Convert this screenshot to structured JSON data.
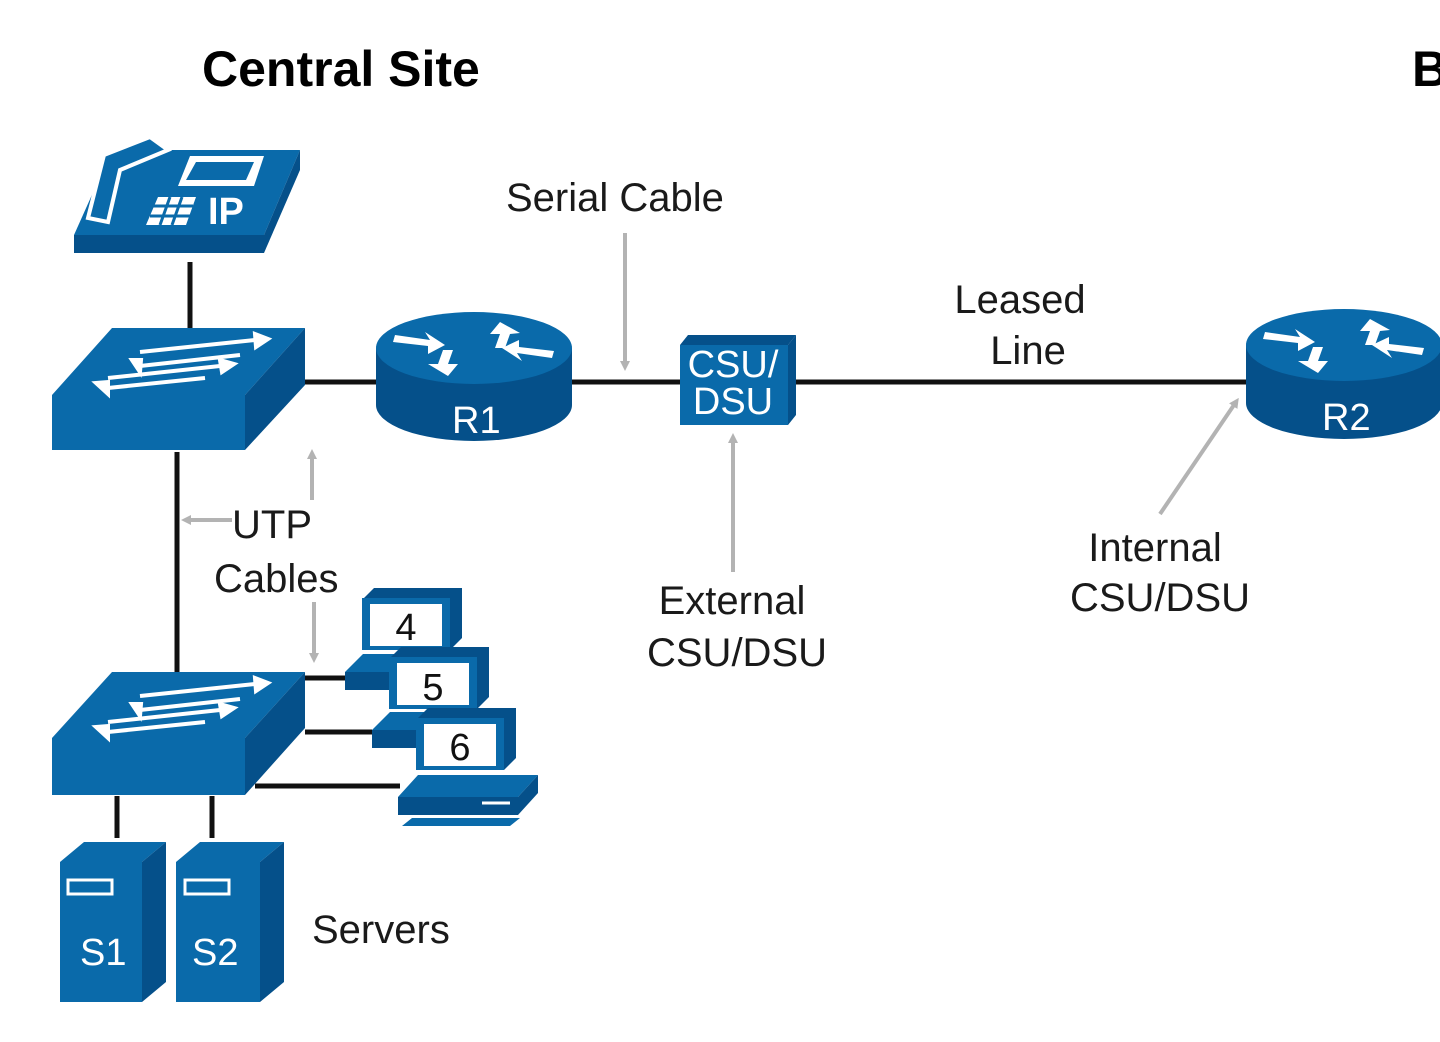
{
  "title_left": "Central Site",
  "title_right": "B",
  "labels": {
    "serial_cable": "Serial Cable",
    "leased_line_1": "Leased",
    "leased_line_2": "Line",
    "utp_1": "UTP",
    "utp_2": "Cables",
    "external_1": "External",
    "external_2": "CSU/DSU",
    "internal_1": "Internal",
    "internal_2": "CSU/DSU",
    "servers": "Servers"
  },
  "devices": {
    "phone": "IP",
    "router1": "R1",
    "router2": "R2",
    "csu_line1": "CSU/",
    "csu_line2": "DSU",
    "pc4": "4",
    "pc5": "5",
    "pc6": "6",
    "server1": "S1",
    "server2": "S2"
  },
  "colors": {
    "device": "#0a6aaa",
    "device_dark": "#05508a",
    "arrow": "#b3b3b3",
    "wire": "#111111"
  }
}
